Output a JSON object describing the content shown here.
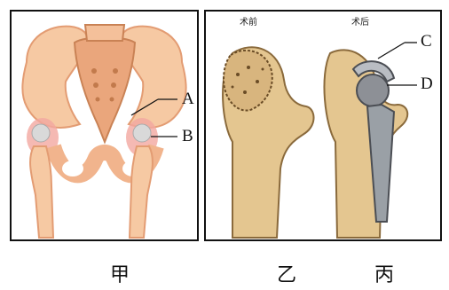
{
  "panel1": {
    "marker_a": "A",
    "marker_b": "B",
    "caption": "甲"
  },
  "panel2": {
    "before_label": "术前",
    "after_label": "术后",
    "marker_c": "C",
    "marker_d": "D",
    "caption_before": "乙",
    "caption_after": "丙"
  },
  "colors": {
    "bone_light": "#f6c9a3",
    "bone_mid": "#eaa67c",
    "bone_dark": "#c98255",
    "inflamed": "#f3a7a0",
    "femur_light": "#e4c690",
    "femur_dark": "#8a6a3c",
    "implant": "#8d9096",
    "implant_dark": "#4b4e54"
  }
}
